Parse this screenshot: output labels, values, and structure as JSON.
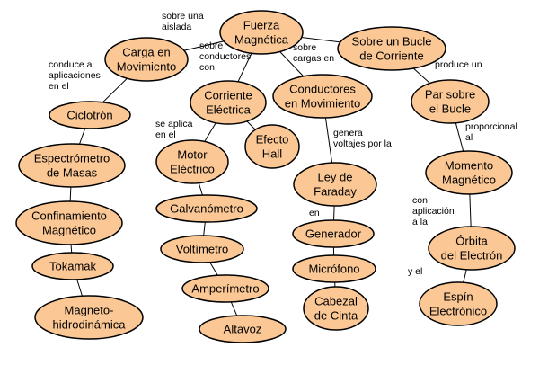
{
  "colors": {
    "node_fill": "#fbc895",
    "node_stroke": "#000000",
    "line": "#000000"
  },
  "nodes": [
    {
      "id": "fuerza",
      "lines": [
        "Fuerza",
        "Magnética"
      ]
    },
    {
      "id": "carga",
      "lines": [
        "Carga en",
        "Movimiento"
      ]
    },
    {
      "id": "bucle",
      "lines": [
        "Sobre un Bucle",
        "de Corriente"
      ]
    },
    {
      "id": "corriente",
      "lines": [
        "Corriente",
        "Eléctrica"
      ]
    },
    {
      "id": "conductores",
      "lines": [
        "Conductores",
        "en Movimiento"
      ]
    },
    {
      "id": "par",
      "lines": [
        "Par sobre",
        "el Bucle"
      ]
    },
    {
      "id": "ciclotron",
      "lines": [
        "Ciclotrón"
      ]
    },
    {
      "id": "espectrometro",
      "lines": [
        "Espectrómetro",
        "de Masas"
      ]
    },
    {
      "id": "confinamiento",
      "lines": [
        "Confinamiento",
        "Magnético"
      ]
    },
    {
      "id": "tokamak",
      "lines": [
        "Tokamak"
      ]
    },
    {
      "id": "mhd",
      "lines": [
        "Magneto-",
        "hidrodinámica"
      ]
    },
    {
      "id": "motor",
      "lines": [
        "Motor",
        "Eléctrico"
      ]
    },
    {
      "id": "hall",
      "lines": [
        "Efecto",
        "Hall"
      ]
    },
    {
      "id": "galvanometro",
      "lines": [
        "Galvanómetro"
      ]
    },
    {
      "id": "voltimetro",
      "lines": [
        "Voltímetro"
      ]
    },
    {
      "id": "amperimetro",
      "lines": [
        "Amperímetro"
      ]
    },
    {
      "id": "altavoz",
      "lines": [
        "Altavoz"
      ]
    },
    {
      "id": "faraday",
      "lines": [
        "Ley de",
        "Faraday"
      ]
    },
    {
      "id": "generador",
      "lines": [
        "Generador"
      ]
    },
    {
      "id": "microfono",
      "lines": [
        "Micrófono"
      ]
    },
    {
      "id": "cabezal",
      "lines": [
        "Cabezal",
        "de Cinta"
      ]
    },
    {
      "id": "momento",
      "lines": [
        "Momento",
        "Magnético"
      ]
    },
    {
      "id": "orbita",
      "lines": [
        "Órbita",
        "del Electrón"
      ]
    },
    {
      "id": "espin",
      "lines": [
        "Espín",
        "Electrónico"
      ]
    }
  ],
  "edges": [
    {
      "from": "fuerza",
      "to": "carga",
      "lines": [
        "sobre una",
        "aislada"
      ]
    },
    {
      "from": "fuerza",
      "to": "corriente",
      "lines": [
        "sobre",
        "conductores",
        "con"
      ]
    },
    {
      "from": "fuerza",
      "to": "conductores",
      "lines": [
        "sobre",
        "cargas en"
      ]
    },
    {
      "from": "fuerza",
      "to": "bucle",
      "lines": []
    },
    {
      "from": "carga",
      "to": "ciclotron",
      "lines": [
        "conduce a",
        "aplicaciones",
        "en el"
      ]
    },
    {
      "from": "ciclotron",
      "to": "espectrometro",
      "lines": []
    },
    {
      "from": "espectrometro",
      "to": "confinamiento",
      "lines": []
    },
    {
      "from": "confinamiento",
      "to": "tokamak",
      "lines": []
    },
    {
      "from": "tokamak",
      "to": "mhd",
      "lines": []
    },
    {
      "from": "corriente",
      "to": "motor",
      "lines": [
        "se aplica",
        "en el"
      ]
    },
    {
      "from": "corriente",
      "to": "hall",
      "lines": []
    },
    {
      "from": "motor",
      "to": "galvanometro",
      "lines": []
    },
    {
      "from": "galvanometro",
      "to": "voltimetro",
      "lines": []
    },
    {
      "from": "voltimetro",
      "to": "amperimetro",
      "lines": []
    },
    {
      "from": "amperimetro",
      "to": "altavoz",
      "lines": []
    },
    {
      "from": "conductores",
      "to": "faraday",
      "lines": [
        "genera",
        "voltajes por la"
      ]
    },
    {
      "from": "faraday",
      "to": "generador",
      "lines": [
        "en"
      ]
    },
    {
      "from": "generador",
      "to": "microfono",
      "lines": []
    },
    {
      "from": "microfono",
      "to": "cabezal",
      "lines": []
    },
    {
      "from": "bucle",
      "to": "par",
      "lines": [
        "produce un"
      ]
    },
    {
      "from": "par",
      "to": "momento",
      "lines": [
        "proporcional",
        "al"
      ]
    },
    {
      "from": "momento",
      "to": "orbita",
      "lines": [
        "con",
        "aplicación",
        "a la"
      ]
    },
    {
      "from": "orbita",
      "to": "espin",
      "lines": [
        "y el"
      ]
    }
  ]
}
